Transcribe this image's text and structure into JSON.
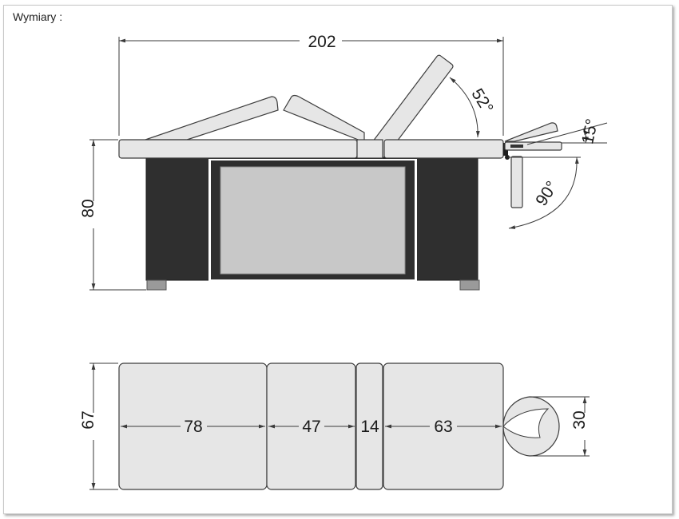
{
  "title": "Wymiary :",
  "side_view": {
    "total_length": "202",
    "height": "80",
    "angle_back": "52°",
    "angle_head": "15°",
    "angle_arm": "90°"
  },
  "top_view": {
    "width": "67",
    "seg1": "78",
    "seg2": "47",
    "seg3": "14",
    "seg4": "63",
    "head_width": "30"
  },
  "colors": {
    "cushion": "#e6e6e6",
    "base": "#2f2f2f",
    "panel": "#c8c8c8",
    "feet": "#9a9a9a"
  }
}
